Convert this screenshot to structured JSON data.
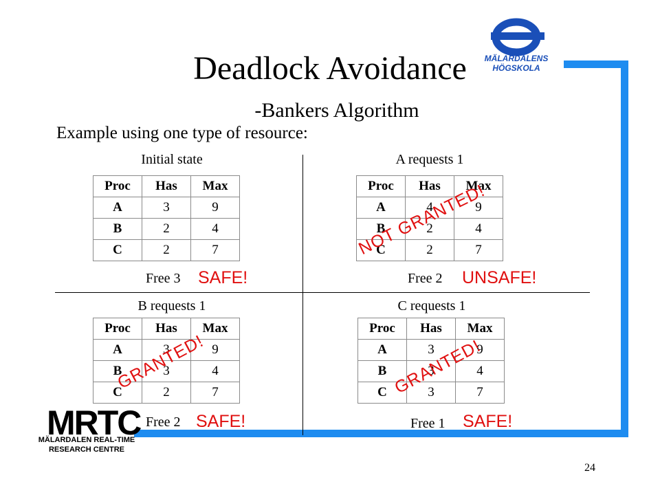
{
  "slide": {
    "title": "Deadlock Avoidance",
    "subtitle": "-Bankers Algorithm",
    "intro": "Example using one type of resource:",
    "page_number": "24"
  },
  "logos": {
    "top_right": "MÄLARDALENS HÖGSKOLA",
    "bottom_left_mark": "MRTC",
    "bottom_left_line1": "MÄLARDALEN REAL-TIME",
    "bottom_left_line2": "RESEARCH CENTRE"
  },
  "headers": [
    "Proc",
    "Has",
    "Max"
  ],
  "panels": [
    {
      "title": "Initial state",
      "rows": [
        [
          "A",
          "3",
          "9"
        ],
        [
          "B",
          "2",
          "4"
        ],
        [
          "C",
          "2",
          "7"
        ]
      ],
      "free": "Free 3",
      "verdict": "SAFE!",
      "stamp": ""
    },
    {
      "title": "A requests 1",
      "rows": [
        [
          "A",
          "4",
          "9"
        ],
        [
          "B",
          "2",
          "4"
        ],
        [
          "C",
          "2",
          "7"
        ]
      ],
      "free": "Free 2",
      "verdict": "UNSAFE!",
      "stamp": "NOT GRANTED!"
    },
    {
      "title": "B requests 1",
      "rows": [
        [
          "A",
          "3",
          "9"
        ],
        [
          "B",
          "3",
          "4"
        ],
        [
          "C",
          "2",
          "7"
        ]
      ],
      "free": "Free 2",
      "verdict": "SAFE!",
      "stamp": "GRANTED!"
    },
    {
      "title": "C requests 1",
      "rows": [
        [
          "A",
          "3",
          "9"
        ],
        [
          "B",
          "3",
          "4"
        ],
        [
          "C",
          "3",
          "7"
        ]
      ],
      "free": "Free 1",
      "verdict": "SAFE!",
      "stamp": "GRANTED!"
    }
  ],
  "colors": {
    "accent_blue": "#1e8cf0",
    "logo_blue": "#1a4fb8",
    "verdict_red": "#e01010"
  }
}
